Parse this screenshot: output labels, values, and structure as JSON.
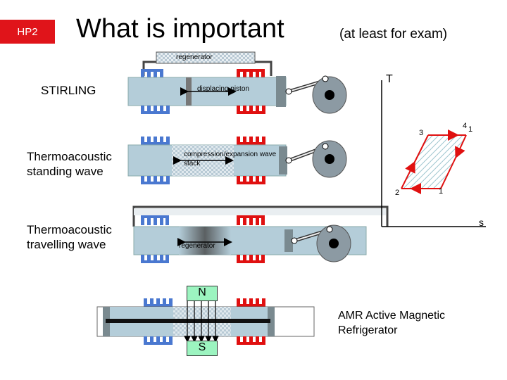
{
  "header": {
    "badge": "HP2",
    "title": "What is important",
    "subtitle": "(at least for exam)"
  },
  "rows": {
    "stirling": {
      "label": "STIRLING",
      "top_tag": "regenerator",
      "inner_tag": "displacing piston"
    },
    "standing": {
      "label": "Thermoacoustic standing wave",
      "tag1": "compression/expansion wave",
      "tag2": "stack"
    },
    "travelling": {
      "label": "Thermoacoustic travelling wave",
      "tag": "regenerator"
    },
    "amr": {
      "label": "AMR Active Magnetic Refrigerator",
      "north": "N",
      "south": "S"
    }
  },
  "ts_diagram": {
    "y_axis": "T",
    "x_axis": "s",
    "points": {
      "p1": "1",
      "p2": "2",
      "p3": "3",
      "p4": "4",
      "p1b": "1"
    }
  },
  "colors": {
    "hot": "#e01010",
    "cold": "#4a78d0",
    "body": "#b4cdd9",
    "badge": "#e0141a",
    "magnet": "#9cf4c0"
  }
}
